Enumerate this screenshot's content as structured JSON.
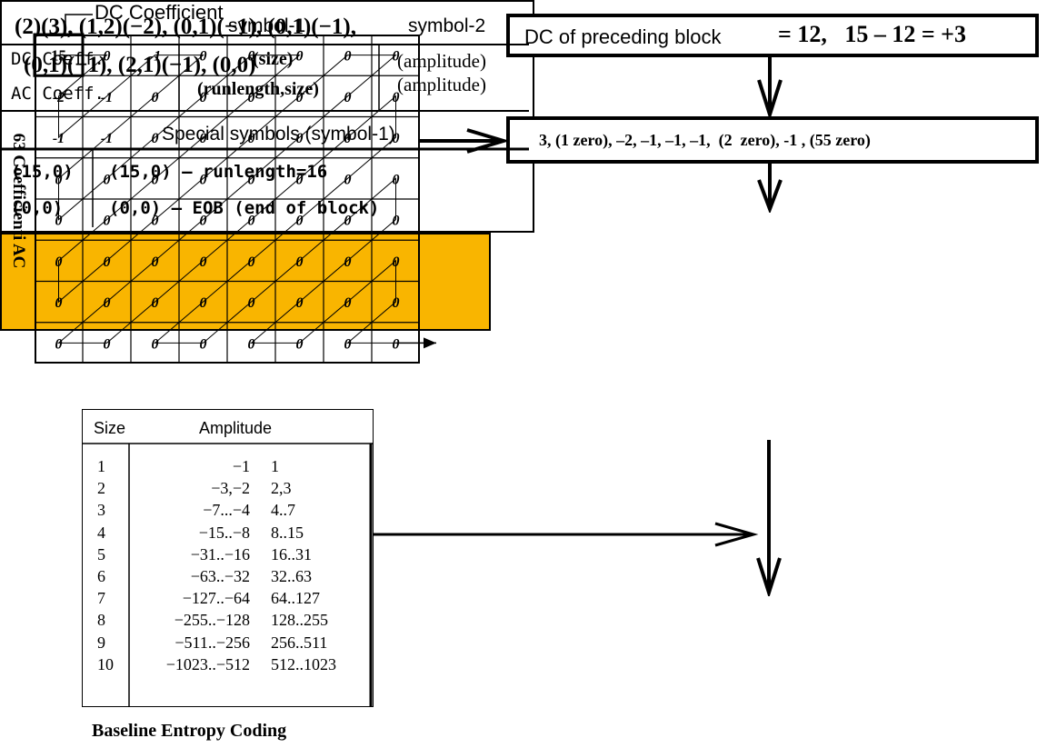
{
  "dc_label": "DC Coefficient",
  "ac_label": "63 Coefficienti AC",
  "grid": [
    [
      "15",
      "0",
      "-1",
      "0",
      "0",
      "0",
      "0",
      "0"
    ],
    [
      "-2",
      "-1",
      "0",
      "0",
      "0",
      "0",
      "0",
      "0"
    ],
    [
      "-1",
      "-1",
      "0",
      "0",
      "0",
      "0",
      "0",
      "0"
    ],
    [
      "0",
      "0",
      "0",
      "0",
      "0",
      "0",
      "0",
      "0"
    ],
    [
      "0",
      "0",
      "0",
      "0",
      "0",
      "0",
      "0",
      "0"
    ],
    [
      "0",
      "0",
      "0",
      "0",
      "0",
      "0",
      "0",
      "0"
    ],
    [
      "0",
      "0",
      "0",
      "0",
      "0",
      "0",
      "0",
      "0"
    ],
    [
      "0",
      "0",
      "0",
      "0",
      "0",
      "0",
      "0",
      "0"
    ]
  ],
  "dc_box": {
    "label": "DC of preceding block",
    "formula": "= 12,   15 – 12 = +3"
  },
  "sequence": "3, (1 zero), –2, –1, –1, –1,  (2  zero), -1 , (55 zero)",
  "symbol_table": {
    "header1": "symbol-1",
    "header2": "symbol-2",
    "row_labels": [
      "DC Coeff.",
      "AC Coeff."
    ],
    "sym1": [
      "(size)",
      "(runlength,size)"
    ],
    "sym2": [
      "(amplitude)",
      "(amplitude)"
    ],
    "special_title": "Special symbols (symbol-1)",
    "special": [
      {
        "code": "(15,0)",
        "desc": "(15,0) – runlength=16"
      },
      {
        "code": "(0,0)",
        "desc": "(0,0) – EOB (end of block)"
      }
    ]
  },
  "size_table": {
    "header_size": "Size",
    "header_amplitude": "Amplitude",
    "rows": [
      {
        "size": "1",
        "neg": "−1",
        "pos": "1"
      },
      {
        "size": "2",
        "neg": "−3,−2",
        "pos": "2,3"
      },
      {
        "size": "3",
        "neg": "−7...−4",
        "pos": "4..7"
      },
      {
        "size": "4",
        "neg": "−15..−8",
        "pos": "8..15"
      },
      {
        "size": "5",
        "neg": "−31..−16",
        "pos": "16..31"
      },
      {
        "size": "6",
        "neg": "−63..−32",
        "pos": "32..63"
      },
      {
        "size": "7",
        "neg": "−127..−64",
        "pos": "64..127"
      },
      {
        "size": "8",
        "neg": "−255..−128",
        "pos": "128..255"
      },
      {
        "size": "9",
        "neg": "−511..−256",
        "pos": "256..511"
      },
      {
        "size": "10",
        "neg": "−1023..−512",
        "pos": "512..1023"
      }
    ],
    "caption": "Baseline Entropy Coding"
  },
  "result": {
    "line1": "(2)(3), (1,2)(−2), (0,1)(−1), (0,1)(−1),",
    "line2": "(0,1)(−1), (2,1)(−1), (0,0)"
  },
  "colors": {
    "result_fill": "#f9b500",
    "line": "#000000"
  }
}
